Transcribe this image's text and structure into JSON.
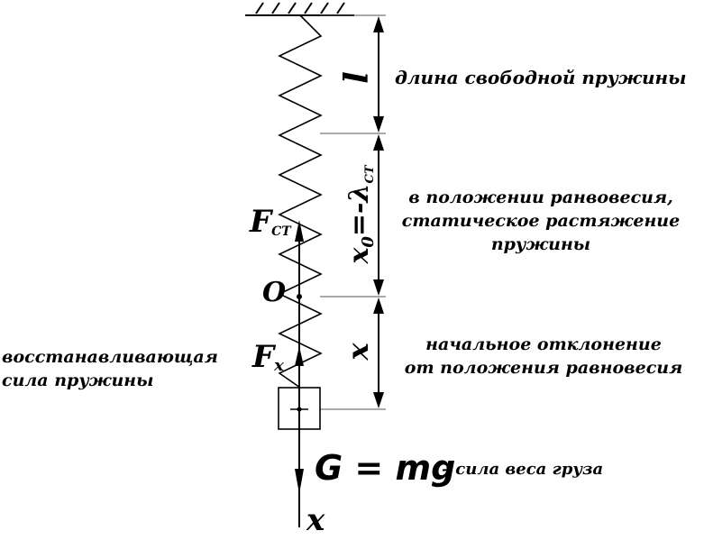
{
  "colors": {
    "ink": "#000000",
    "guide": "#555555",
    "background": "#ffffff"
  },
  "labels": {
    "free_length_symbol": "l",
    "free_length_text": "длина свободной пружины",
    "static_symbol_x": "x",
    "static_symbol_sub0": "0",
    "static_symbol_eq": "=-",
    "static_symbol_lambda": "λ",
    "static_symbol_sub_ct": "СТ",
    "static_text_line1": "в положении ранвовесия,",
    "static_text_line2": "статическое растяжение",
    "static_text_line3": "пружины",
    "deflection_symbol": "x",
    "deflection_text_line1": "начальное отклонение",
    "deflection_text_line2": "от положения равновесия",
    "f_static": "F",
    "f_static_sub": "СТ",
    "origin": "O",
    "f_x": "F",
    "f_x_sub": "x",
    "restoring_line1": "восстанавливающая",
    "restoring_line2": "сила пружины",
    "weight_formula": "G = mg",
    "weight_text": "– сила веса груза",
    "axis_label": "x"
  }
}
